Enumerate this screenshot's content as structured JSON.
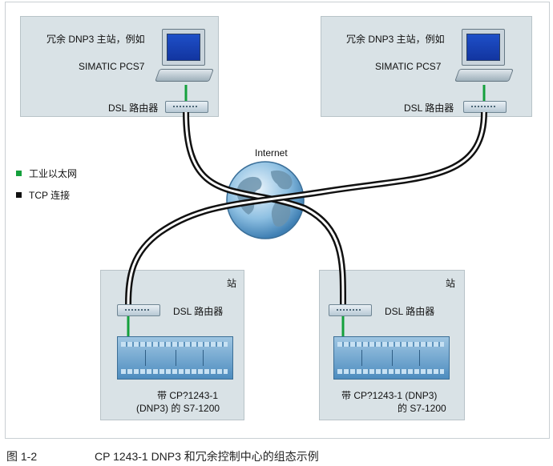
{
  "master_left": {
    "line1": "冗余 DNP3 主站，例如",
    "line2": "SIMATIC PCS7",
    "router_label": "DSL 路由器"
  },
  "master_right": {
    "line1": "冗余 DNP3 主站，例如",
    "line2": "SIMATIC PCS7",
    "router_label": "DSL 路由器"
  },
  "internet": {
    "label": "Internet"
  },
  "legend": [
    {
      "label": "工业以太网",
      "color": "#14a03c"
    },
    {
      "label": "TCP 连接",
      "color": "#111111"
    }
  ],
  "station_left": {
    "title": "站",
    "router_label": "DSL 路由器",
    "plc_line1": "带 CP?1243-1",
    "plc_line2": "(DNP3) 的 S7-1200"
  },
  "station_right": {
    "title": "站",
    "router_label": "DSL 路由器",
    "plc_line1": "带 CP?1243-1 (DNP3)",
    "plc_line2": "的 S7-1200"
  },
  "caption": {
    "figure": "图 1-2",
    "text": "CP 1243-1 DNP3 和冗余控制中心的组态示例"
  },
  "colors": {
    "panel": "#d9e2e6",
    "ethernet": "#14a03c",
    "tcp": "#111111"
  }
}
